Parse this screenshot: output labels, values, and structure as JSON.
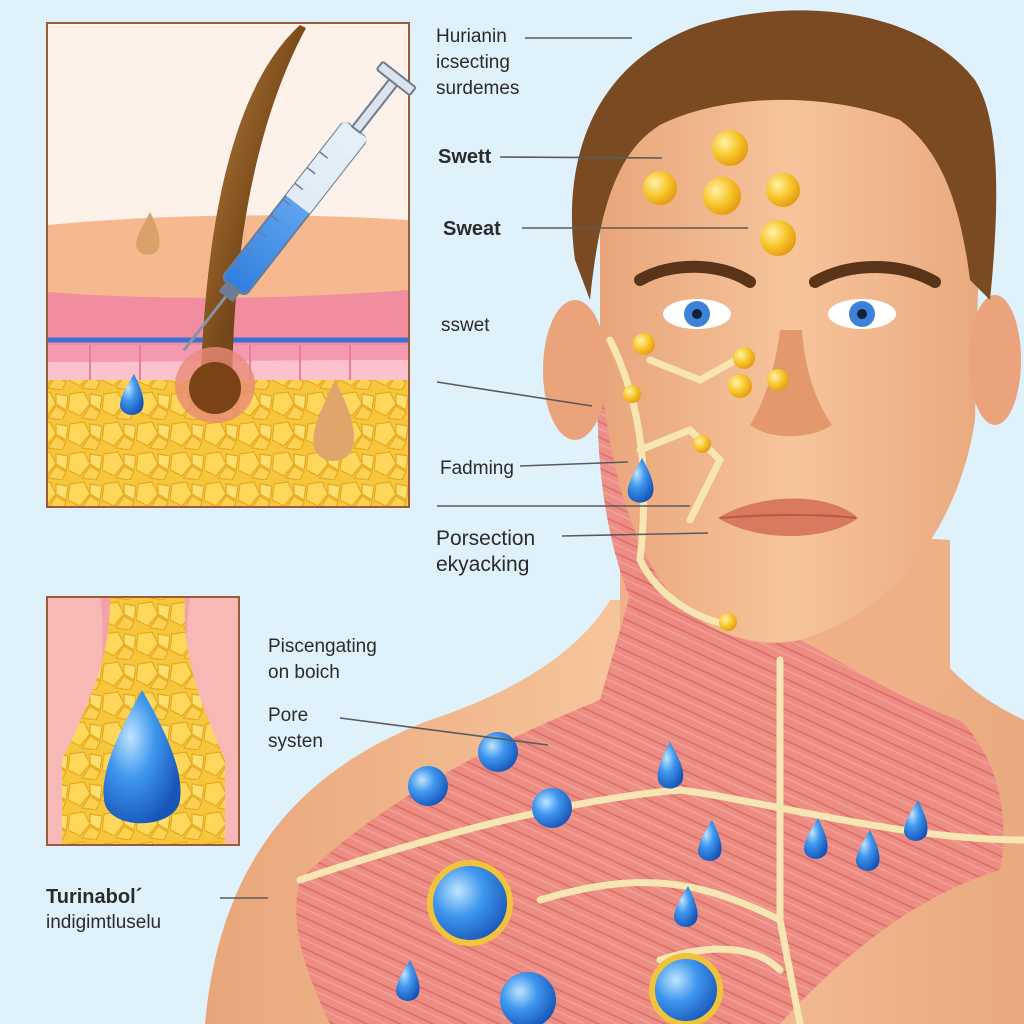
{
  "labels": {
    "top_left_line1": "Hurianin",
    "top_left_line2": "icsecting",
    "top_left_line3": "surdemes",
    "sweat_1": "Swett",
    "sweat_2": "Sweat",
    "sweat_3": "sswet",
    "faciing": "Fadming",
    "pore_line1": "Porsection",
    "pore_line2": "ekyacking",
    "left_mid_line1": "Piscengating",
    "left_mid_line2": "on boich",
    "pore_sys_line1": "Pore",
    "pore_sys_line2": "systen",
    "bottom_line1": "Turinabol´",
    "bottom_line2": "indigimtluselu"
  },
  "colors": {
    "background": "#dff1fb",
    "skin": "#f3b98e",
    "muscle": "#ec8a82",
    "fat": "#f8cf4a",
    "sweat_drop": "#2f86e6",
    "label_text": "#2b2b2b"
  }
}
